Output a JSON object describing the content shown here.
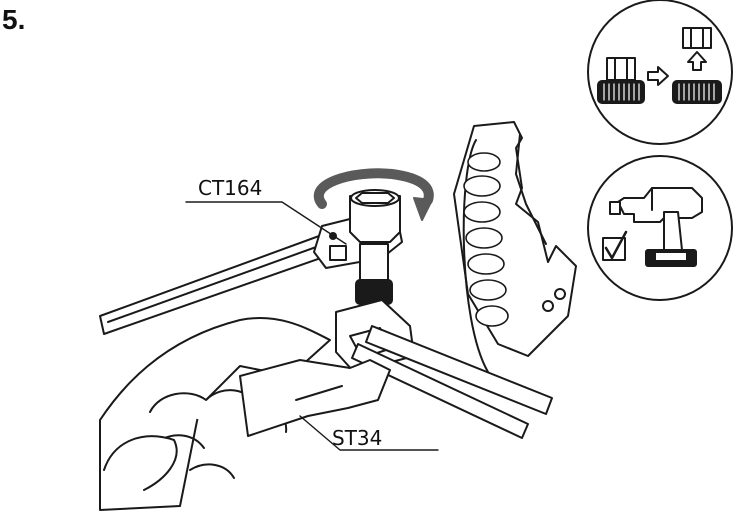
{
  "step": {
    "number": "5."
  },
  "labels": {
    "tool_a": "CT164",
    "tool_b": "ST34"
  },
  "icons": {
    "top_circle": "socket-swap-diagram-icon",
    "bottom_circle": "impact-wrench-approved-icon",
    "check": "checkmark-box-icon"
  }
}
